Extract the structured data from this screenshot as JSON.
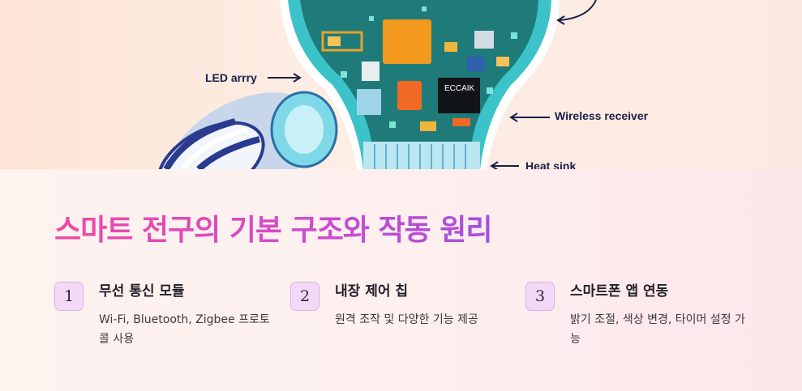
{
  "illustration": {
    "callouts": {
      "led": "LED arrry",
      "wireless": "Wireless receiver",
      "heatsink": "Heat sink"
    },
    "chip_label": "ECCAIK"
  },
  "title": "스마트 전구의 기본 구조와 작동 원리",
  "features": [
    {
      "number": "1",
      "title": "무선 통신 모듈",
      "description": "Wi-Fi, Bluetooth, Zigbee 프로토콜 사용"
    },
    {
      "number": "2",
      "title": "내장 제어 칩",
      "description": "원격 조작 및 다양한 기능 제공"
    },
    {
      "number": "3",
      "title": "스마트폰 앱 연동",
      "description": "밝기 조절, 색상 변경, 타이머 설정 가능"
    }
  ]
}
